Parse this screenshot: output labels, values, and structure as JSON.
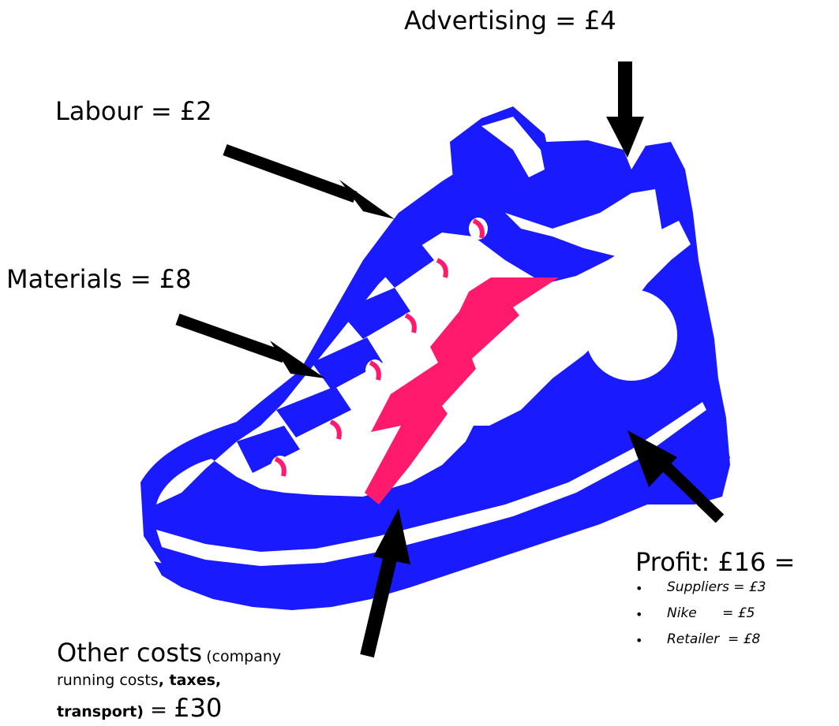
{
  "labels": {
    "advertising": "Advertising = £4",
    "labour": "Labour = £2",
    "materials": "Materials = £8",
    "profit": "Profit: £16 =",
    "other_costs_main": "Other costs",
    "other_costs_paren_open": "(company",
    "other_costs_line2_a": "running costs",
    "other_costs_line2_b": ", ",
    "other_costs_line2_c": "taxes,",
    "other_costs_line3_a": "transport)",
    "other_costs_line3_b": " = ",
    "other_costs_line3_c": "£30"
  },
  "profit_breakdown": [
    {
      "text": "Suppliers = £3"
    },
    {
      "text": "Nike      = £5"
    },
    {
      "text": "Retailer  = £8"
    }
  ],
  "colors": {
    "shoe_blue": "#1a1aff",
    "zigzag_pink": "#ff1a6e",
    "arrow": "#000000"
  }
}
